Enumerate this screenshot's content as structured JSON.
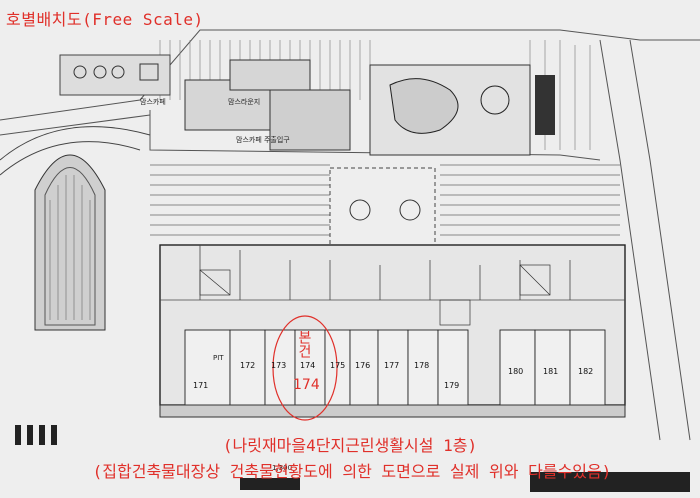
{
  "title": "호별배치도(Free Scale)",
  "caption_main": "(나릿재마을4단지근린생활시설 1층)",
  "caption_note": "(집합건축물대장상 건축물현황도에 의한 도면으로 실제 위와 다를수있음)",
  "highlight": {
    "label_vertical": "본건",
    "number": "174",
    "color": "#e0302a"
  },
  "units": [
    "171",
    "172",
    "173",
    "174",
    "175",
    "176",
    "177",
    "178",
    "179",
    "180",
    "181",
    "182"
  ],
  "facility_labels": [
    "맘스카페",
    "맘스라운지",
    "맘스카페 주출입구",
    "PIT"
  ],
  "dimension_text": "1,300"
}
